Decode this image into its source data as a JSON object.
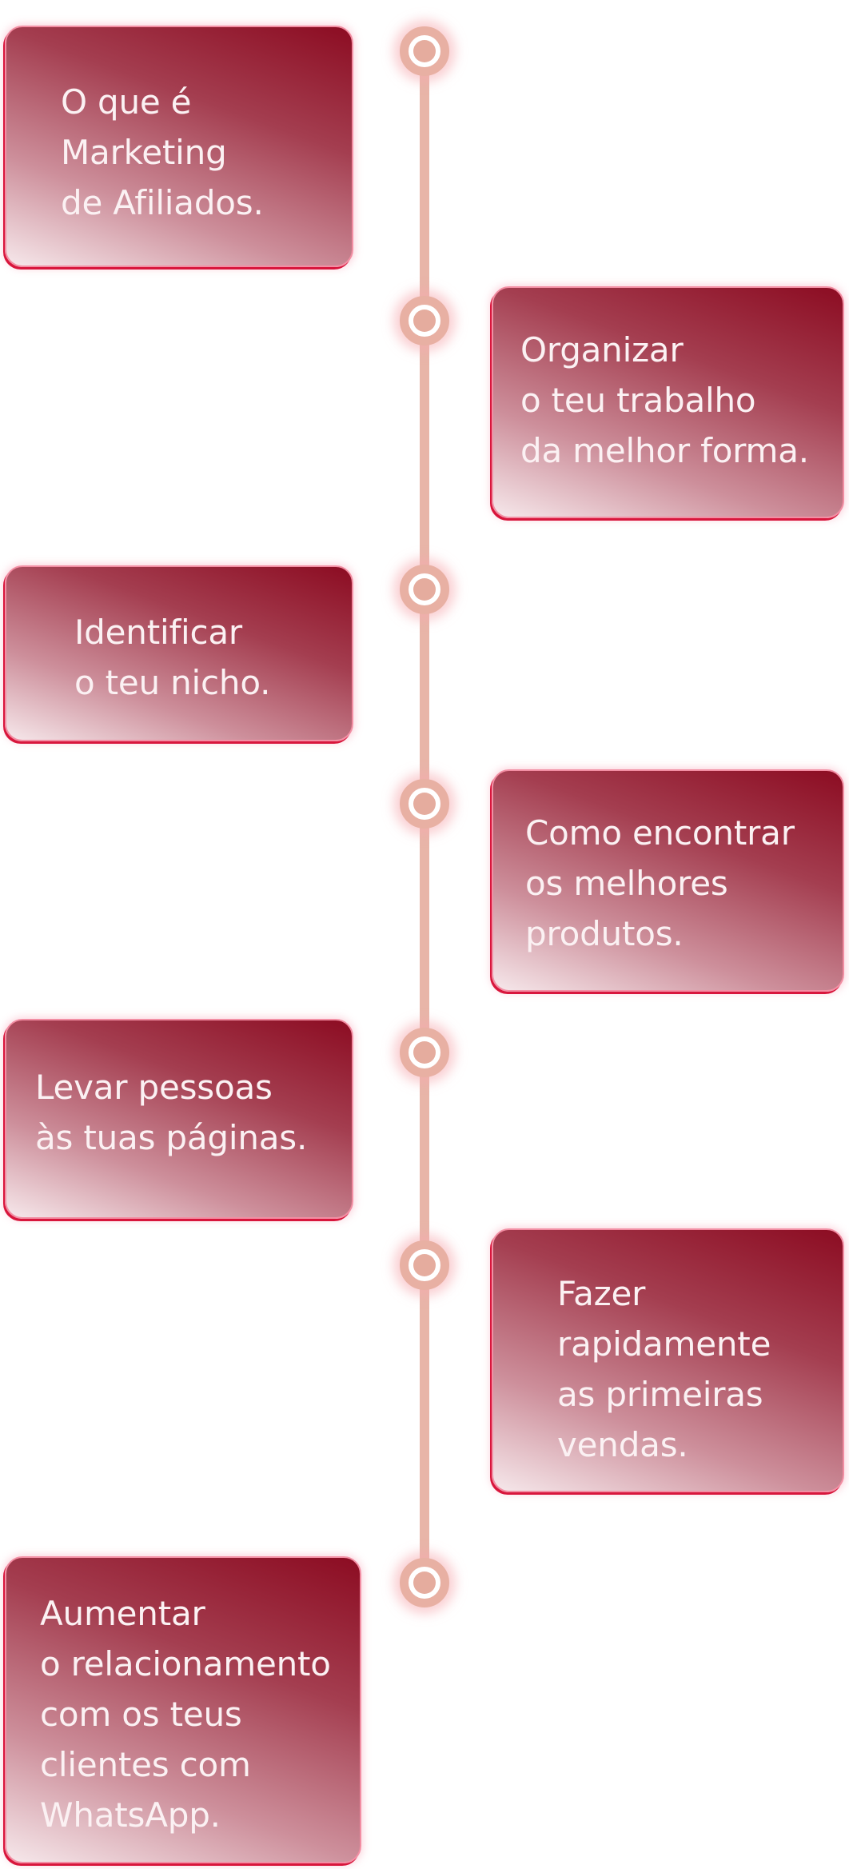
{
  "timeline": {
    "steps": [
      {
        "label": "O que é\nMarketing\nde Afiliados."
      },
      {
        "label": "Organizar\no teu trabalho\nda melhor forma."
      },
      {
        "label": "Identificar\no teu nicho."
      },
      {
        "label": "Como encontrar\nos melhores\nprodutos."
      },
      {
        "label": "Levar pessoas\nàs tuas páginas."
      },
      {
        "label": "Fazer\nrapidamente\nas primeiras\nvendas."
      },
      {
        "label": "Aumentar\no relacionamento\ncom os teus\nclientes com\nWhatsApp."
      }
    ]
  },
  "colors": {
    "card_dark": "#8c0c22",
    "card_light": "#f6e8eb",
    "card_border": "#f28ea3",
    "track": "#e8b5a8",
    "text": "#fbf1f3"
  }
}
